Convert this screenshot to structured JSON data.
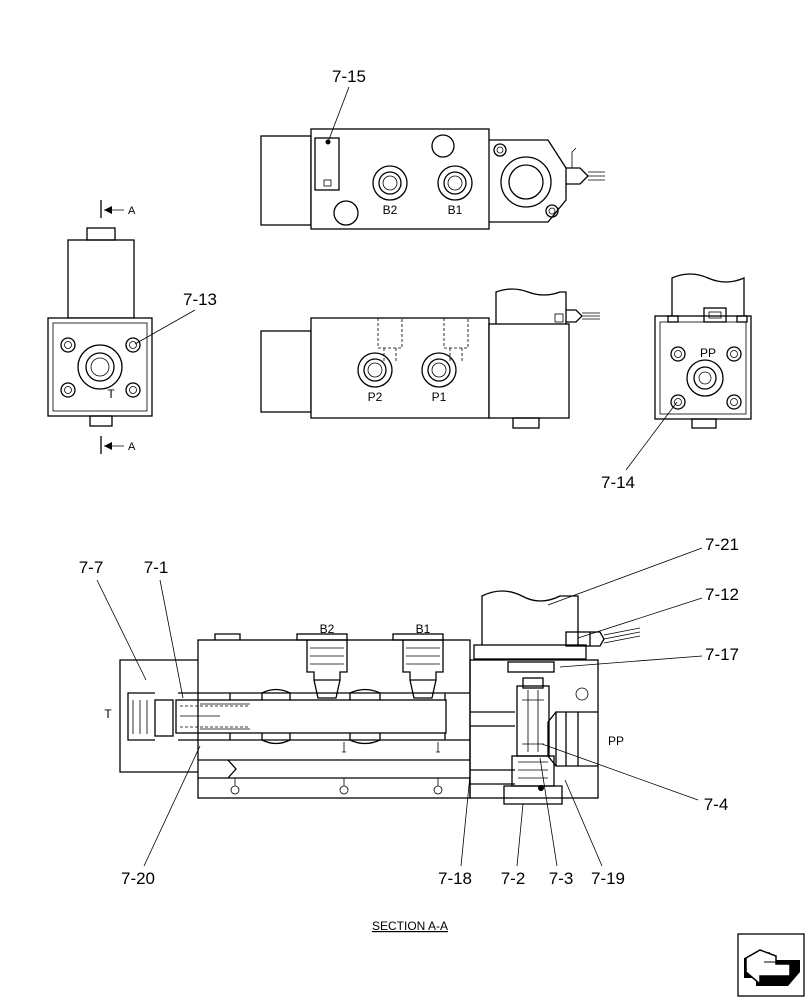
{
  "callouts": {
    "c7_15": "7-15",
    "c7_13": "7-13",
    "c7_14": "7-14",
    "c7_7": "7-7",
    "c7_1": "7-1",
    "c7_21": "7-21",
    "c7_12": "7-12",
    "c7_17": "7-17",
    "c7_4": "7-4",
    "c7_20": "7-20",
    "c7_18": "7-18",
    "c7_2": "7-2",
    "c7_3": "7-3",
    "c7_19": "7-19"
  },
  "ports": {
    "b2": "B2",
    "b1": "B1",
    "p2": "P2",
    "p1": "P1",
    "pp": "PP",
    "t": "T"
  },
  "section_marks": {
    "top": "A",
    "bottom": "A"
  },
  "caption": "SECTION  A-A",
  "nav_icon": "arrow-next-icon"
}
